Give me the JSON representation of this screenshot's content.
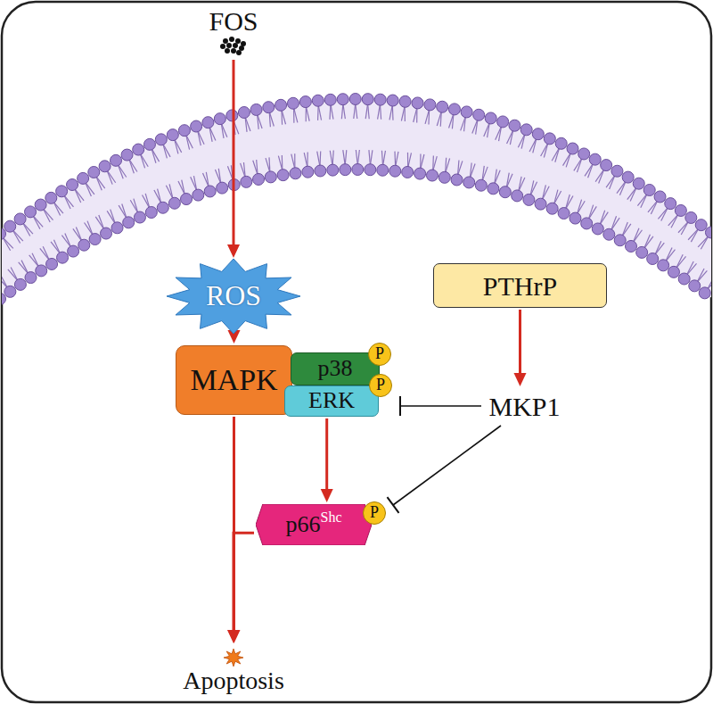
{
  "diagram": {
    "nodes": [
      {
        "text": [
          "FOS"
        ]
      },
      {
        "text": [
          "ROS"
        ]
      },
      {
        "text": [
          "PTHrP"
        ]
      },
      {
        "text": [
          "MAPK"
        ]
      },
      {
        "text": [
          "p38"
        ]
      },
      {
        "text": [
          "P"
        ],
        "in": 4
      },
      {
        "text": [
          "ERK"
        ]
      },
      {
        "text": [
          "P"
        ],
        "in": 6
      },
      {
        "text": [
          "MKP1"
        ]
      },
      {
        "text": [
          "p66",
          "Shc"
        ]
      },
      {
        "text": [
          "P"
        ],
        "in": 9
      },
      {
        "text": [
          "Apoptosis"
        ]
      }
    ],
    "edges": [
      {
        "from": 0,
        "to": 1,
        "arrow": "to"
      },
      {
        "from": 1,
        "to": 3,
        "arrow": "to"
      },
      {
        "from": 2,
        "to": 8,
        "arrow": "to"
      },
      {
        "from": 8,
        "to": 6,
        "arrow": "to"
      },
      {
        "from": 8,
        "to": 9,
        "arrow": "to"
      },
      {
        "from": 6,
        "to": 9,
        "arrow": "to"
      },
      {
        "from": 3,
        "to": 11,
        "arrow": "to"
      },
      {
        "from": 9,
        "to": 11,
        "arrow": "to"
      }
    ]
  }
}
